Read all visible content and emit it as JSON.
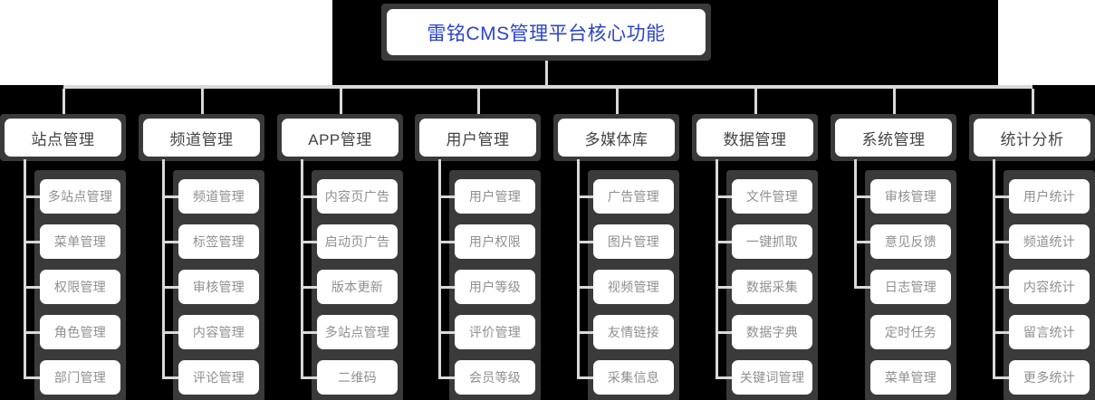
{
  "diagram": {
    "type": "organization-tree",
    "root": {
      "label": "雷铭CMS管理平台核心功能",
      "text_color": "#2b44cf"
    },
    "theme": {
      "backdrop": "#000000",
      "panel": "#3a3a3a",
      "node_bg": "#ffffff",
      "connector": "#d9d9d9",
      "head_text": "#444444",
      "child_text": "#8f8f8f"
    },
    "branches": [
      {
        "label": "站点管理",
        "children": [
          "多站点管理",
          "菜单管理",
          "权限管理",
          "角色管理",
          "部门管理"
        ]
      },
      {
        "label": "频道管理",
        "children": [
          "频道管理",
          "标签管理",
          "审核管理",
          "内容管理",
          "评论管理"
        ]
      },
      {
        "label": "APP管理",
        "children": [
          "内容页广告",
          "启动页广告",
          "版本更新",
          "多站点管理",
          "二维码"
        ]
      },
      {
        "label": "用户管理",
        "children": [
          "用户管理",
          "用户权限",
          "用户等级",
          "评价管理",
          "会员等级"
        ]
      },
      {
        "label": "多媒体库",
        "children": [
          "广告管理",
          "图片管理",
          "视频管理",
          "友情链接",
          "采集信息"
        ]
      },
      {
        "label": "数据管理",
        "children": [
          "文件管理",
          "一键抓取",
          "数据采集",
          "数据字典",
          "关键词管理"
        ]
      },
      {
        "label": "系统管理",
        "children": [
          "审核管理",
          "意见反馈",
          "日志管理",
          "定时任务",
          "菜单管理"
        ]
      },
      {
        "label": "统计分析",
        "children": [
          "用户统计",
          "频道统计",
          "内容统计",
          "留言统计",
          "更多统计"
        ]
      }
    ]
  }
}
